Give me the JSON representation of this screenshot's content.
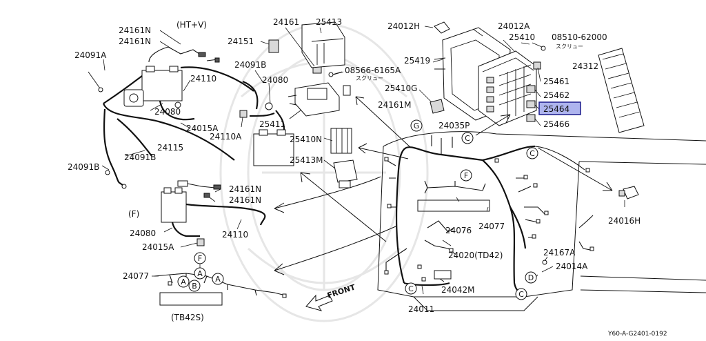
{
  "header": {
    "variant_label": "(HT+V)"
  },
  "labels": {
    "l_24161N_a": "24161N",
    "l_24161N_b": "24161N",
    "l_24091A": "24091A",
    "l_24161": "24161",
    "l_25413": "25413",
    "l_24151": "24151",
    "l_24091B_top": "24091B",
    "l_24110_top": "24110",
    "l_24080_top": "24080",
    "l_08566": "08566-6165A",
    "l_screw_a": "スクリュー",
    "l_24080_mid": "24080",
    "l_24015A_top": "24015A",
    "l_24110A": "24110A",
    "l_25410G": "25410G",
    "l_24161M": "24161M",
    "l_25411": "25411",
    "l_24115": "24115",
    "l_25410N": "25410N",
    "l_24091B_left": "24091B",
    "l_24091B_bottom": "24091B",
    "l_25413M": "25413M",
    "l_24012H": "24012H",
    "l_24012A": "24012A",
    "l_25410": "25410",
    "l_08510": "08510-62000",
    "l_screw_b": "スクリュー",
    "l_25419": "25419",
    "l_24312": "24312",
    "l_25461": "25461",
    "l_25462": "25462",
    "l_25464": "25464",
    "l_25466": "25466",
    "l_24035P": "24035P",
    "l_24161N_c": "24161N",
    "l_24161N_d": "24161N",
    "l_F_variant": "(F)",
    "l_24080_bottom": "24080",
    "l_24110_bottom": "24110",
    "l_24015A_bottom": "24015A",
    "l_24076": "24076",
    "l_24077_center": "24077",
    "l_24016H": "24016H",
    "l_24020": "24020(TD42)",
    "l_24167A": "24167A",
    "l_24014A": "24014A",
    "l_24077_left": "24077",
    "l_24042M": "24042M",
    "l_24011": "24011",
    "l_TB42S": "(TB42S)",
    "l_front": "FRONT"
  },
  "callouts": {
    "c_G": "G",
    "c_C_top": "C",
    "c_C_right": "C",
    "c_F_center": "F",
    "c_C_bottom": "C",
    "c_D": "D",
    "c_C_lower_right": "C",
    "c_F_left": "F",
    "c_A_1": "A",
    "c_A_2": "A",
    "c_A_3": "A",
    "c_B": "B"
  },
  "highlight": {
    "part_number": "25464",
    "color": "#aeb4ee"
  },
  "footer": {
    "reference_code": "Y60-A-G2401-0192"
  }
}
